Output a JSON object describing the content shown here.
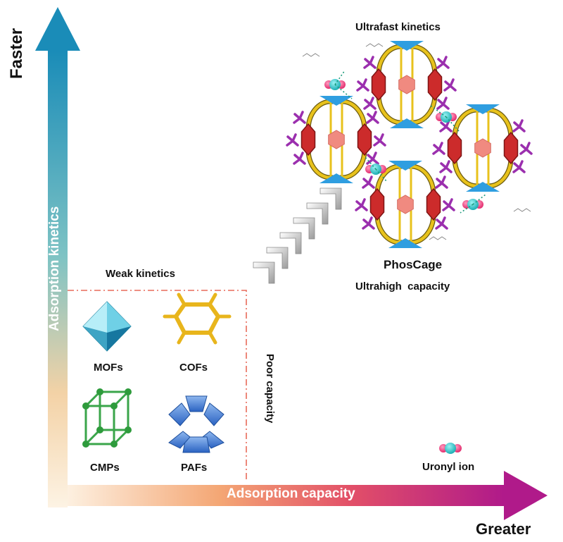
{
  "axes": {
    "y_axis_label": "Adsorption kinetics",
    "y_axis_end_label": "Faster",
    "x_axis_label": "Adsorption capacity",
    "x_axis_end_label": "Greater"
  },
  "weak_region": {
    "title": "Weak kinetics",
    "side_label": "Poor capacity",
    "materials": [
      "MOFs",
      "COFs",
      "CMPs",
      "PAFs"
    ]
  },
  "phoscage": {
    "top_label": "Ultrafast kinetics",
    "name": "PhosCage",
    "capacity_label": "Ultrahigh  capacity"
  },
  "legend": {
    "uranyl_label": "Uronyl ion"
  },
  "colors": {
    "cage_frame": "#e8c21c",
    "cage_cap": "#2f9ee0",
    "arene": "#cc2b2b",
    "center_ring": "#f08a80",
    "phosphonate": "#9b2fae",
    "uranyl_center": "#1cc4c8",
    "uranyl_oxo": "#f0407a",
    "y_arrow_top": "#1a8cb8",
    "x_arrow_end": "#b01a8a"
  }
}
